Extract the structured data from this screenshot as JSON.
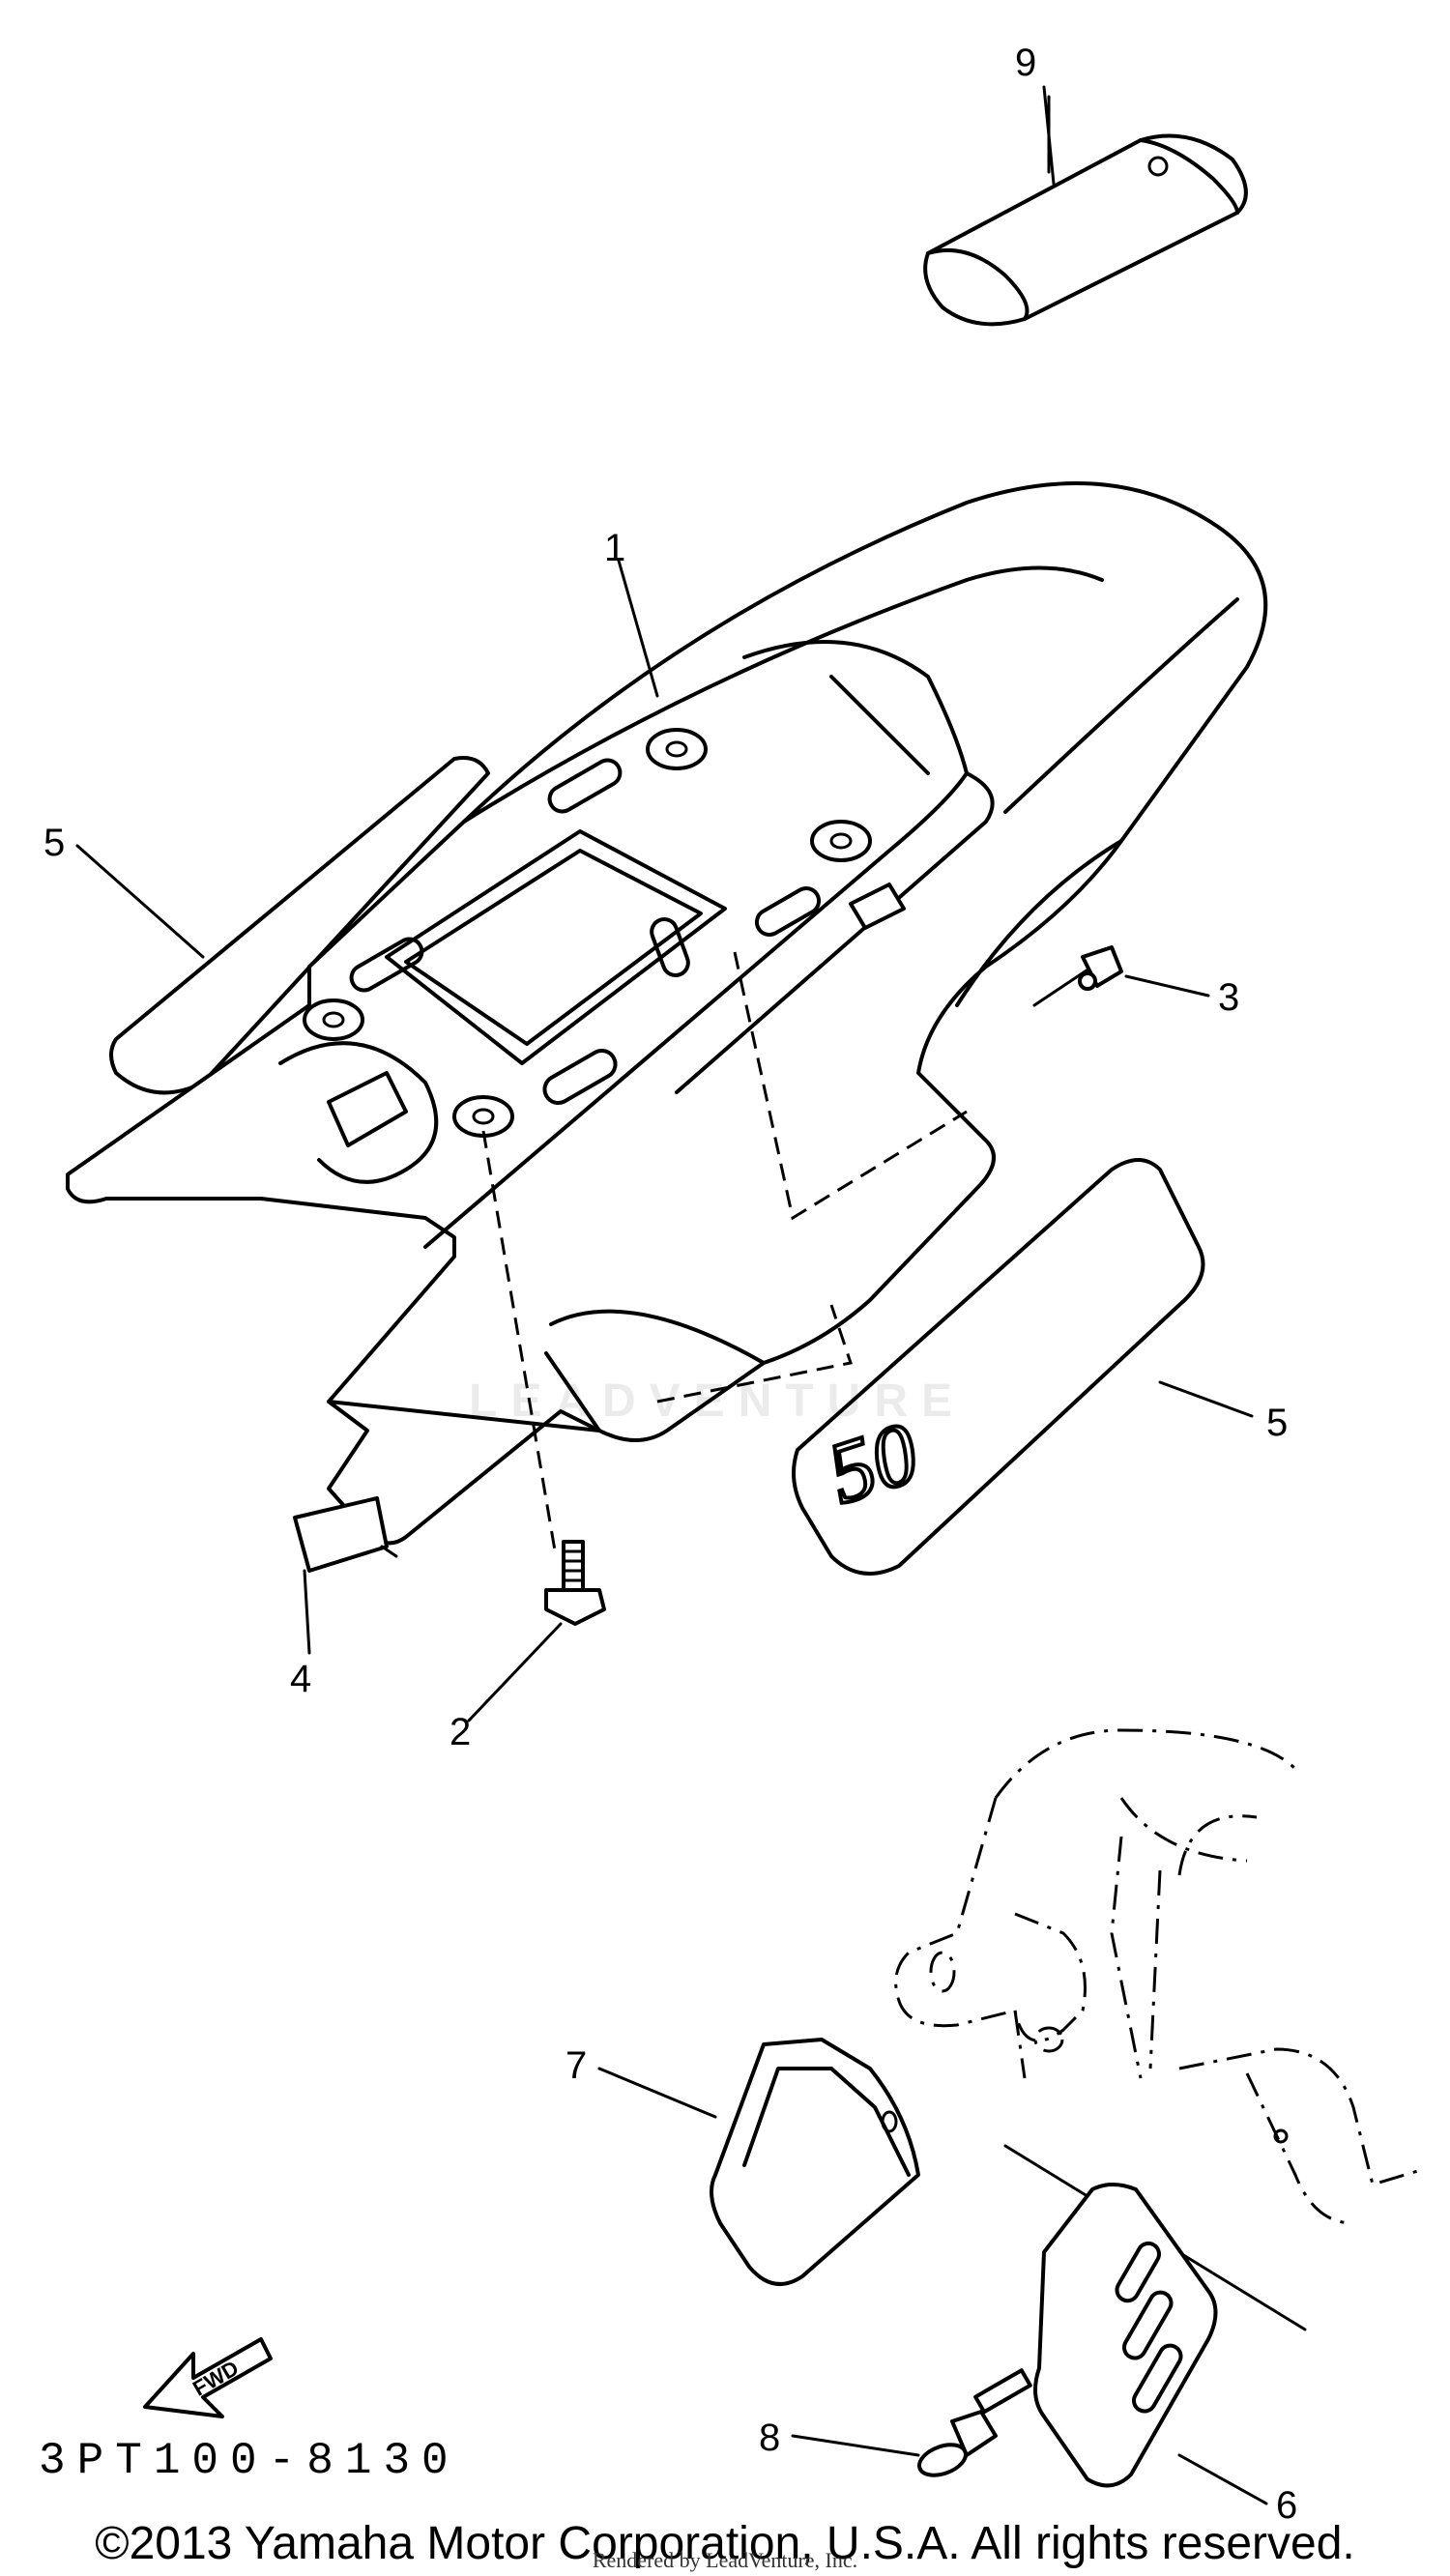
{
  "diagram": {
    "callouts": [
      {
        "id": "1",
        "label": "1"
      },
      {
        "id": "2",
        "label": "2"
      },
      {
        "id": "3",
        "label": "3"
      },
      {
        "id": "4",
        "label": "4"
      },
      {
        "id": "5a",
        "label": "5"
      },
      {
        "id": "5b",
        "label": "5"
      },
      {
        "id": "6",
        "label": "6"
      },
      {
        "id": "7",
        "label": "7"
      },
      {
        "id": "8",
        "label": "8"
      },
      {
        "id": "9",
        "label": "9"
      }
    ],
    "decal_text": "50",
    "fwd_label": "FWD",
    "part_code": "3PT100-8130",
    "watermark_text": "LEADVENTURE",
    "copyright": "©2013 Yamaha Motor Corporation, U.S.A. All rights reserved.",
    "rendered_by": "Rendered by LeadVenture, Inc."
  }
}
